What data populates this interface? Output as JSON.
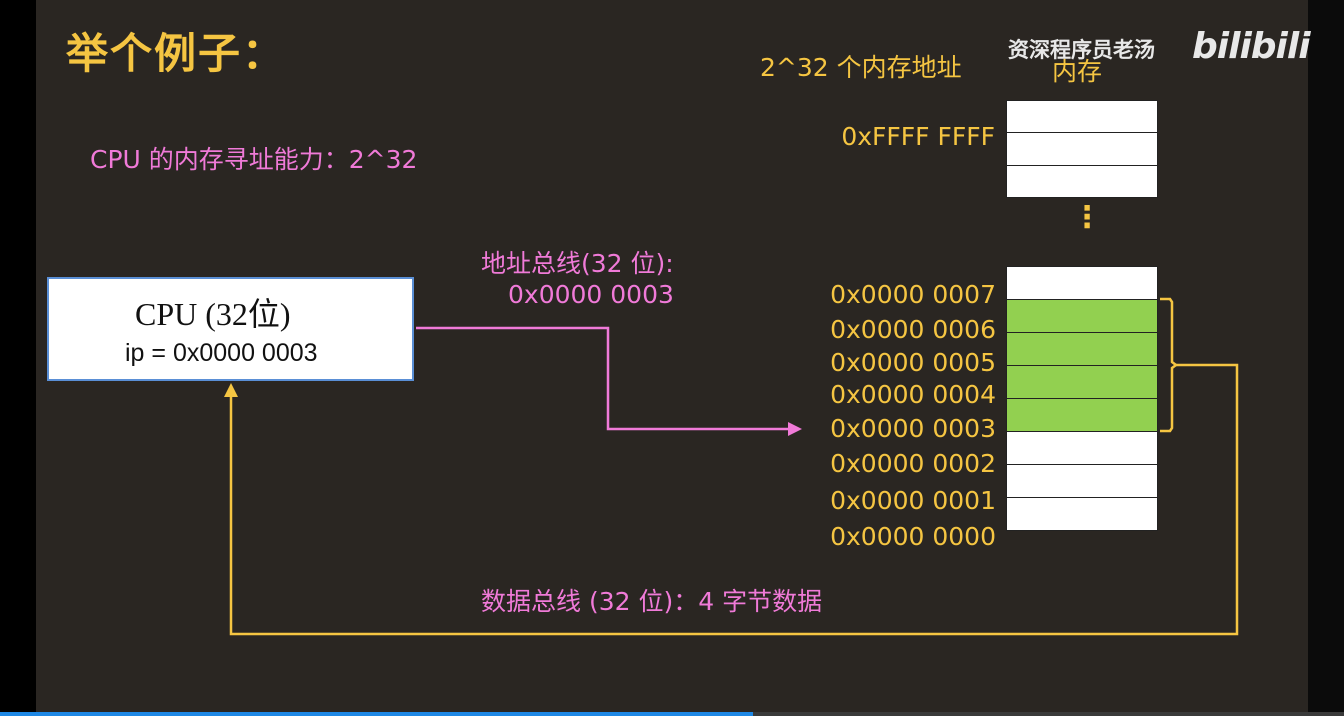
{
  "slide": {
    "title": "举个例子：",
    "capability": "CPU 的内存寻址能力：2^32",
    "memory_header": "2^32 个内存地址",
    "memory_label": "内存",
    "top_address": "0xFFFF FFFF",
    "ellipsis": "⋮"
  },
  "cpu": {
    "title": "CPU (32位)",
    "ip": "ip = 0x0000 0003"
  },
  "address_bus": {
    "label": "地址总线(32 位):",
    "value": "0x0000 0003"
  },
  "data_bus": {
    "label": "数据总线 (32 位)：4 字节数据"
  },
  "memory": {
    "addresses": [
      "0x0000 0007",
      "0x0000 0006",
      "0x0000 0005",
      "0x0000 0004",
      "0x0000 0003",
      "0x0000 0002",
      "0x0000 0001",
      "0x0000 0000"
    ]
  },
  "watermark": {
    "channel": "资深程序员老汤",
    "logo": "bilibili"
  },
  "player": {
    "progress": 0.56
  },
  "colors": {
    "background": "#2a2622",
    "yellow": "#f5c542",
    "pink": "#f07ad8",
    "highlight": "#92d050"
  }
}
